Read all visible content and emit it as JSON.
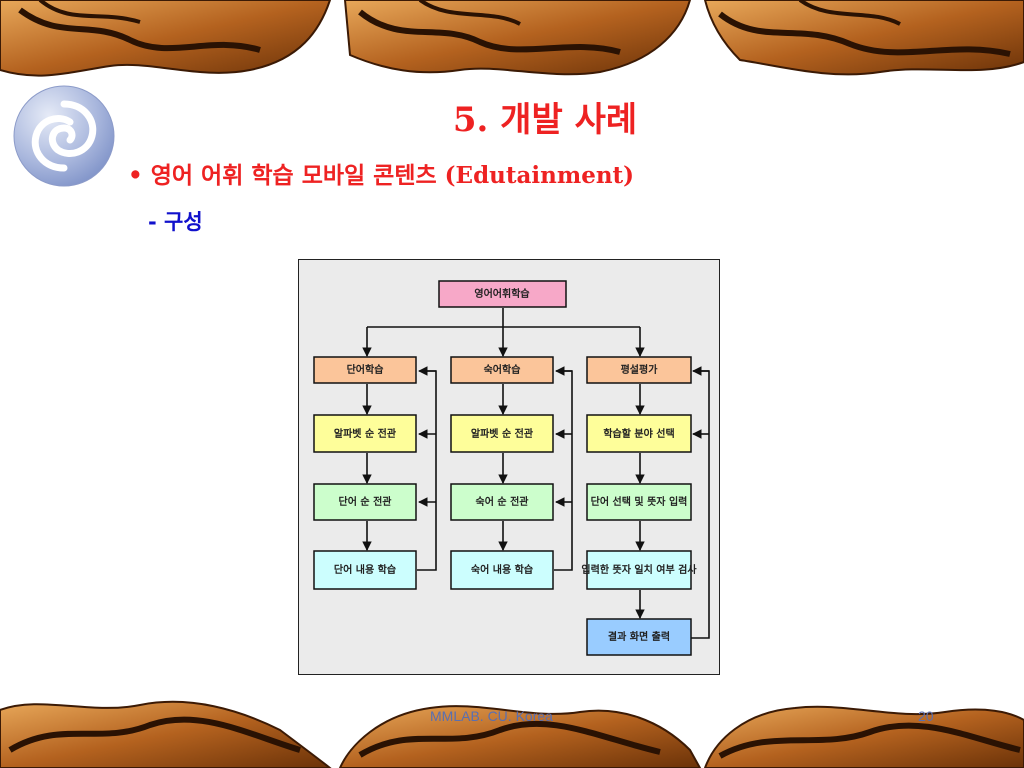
{
  "slide": {
    "title": "5. 개발 사례",
    "bullet": "• 영어 어휘 학습 모바일 콘텐츠 (Edutainment)",
    "sub": "- 구성"
  },
  "diagram": {
    "root": "영어어휘학습",
    "col1": [
      "단어학습",
      "알파벳 순 전관",
      "단어 순 전관",
      "단어 내용 학습"
    ],
    "col2": [
      "숙어학습",
      "알파벳 순 전관",
      "숙어 순 전관",
      "숙어 내용 학습"
    ],
    "col3": [
      "평설평가",
      "학습할 분야 선택",
      "단어 선택 및 뜻자 입력",
      "입력한 뜻자 일치 여부 검사",
      "결과 화면 출력"
    ]
  },
  "footer": {
    "left": "MMLAB. CU. Korea",
    "right": "20"
  },
  "colors": {
    "title": "#ee2222",
    "sub": "#1111cc",
    "orange_box": "#fbc59a",
    "pink_box": "#f7a8c8",
    "yellow_box": "#fefe9a",
    "green_box": "#ccfecc",
    "cyan_box": "#ccfefe",
    "blue_box": "#99ccff",
    "footer": "#5a6fb0"
  }
}
